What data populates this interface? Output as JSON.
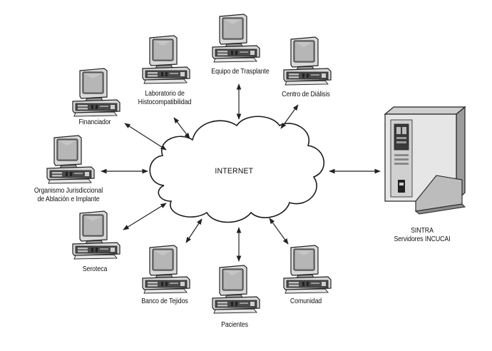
{
  "network": {
    "cloud_label": "INTERNET"
  },
  "nodes": {
    "equipo": "Equipo de Trasplante",
    "laboratorio_1": "Laboratorio de",
    "laboratorio_2": "Histocompatibilidad",
    "centro": "Centro de Diálisis",
    "financiador": "Financiador",
    "organismo_1": "Organismo Jurisdiccional",
    "organismo_2": "de Ablación e Implante",
    "seroteca": "Seroteca",
    "banco": "Banco de Tejidos",
    "pacientes": "Pacientes",
    "comunidad": "Comunidad"
  },
  "server": {
    "name": "SINTRA",
    "subtitle": "Servidores INCUCAI",
    "icon": "server-tower-icon"
  },
  "icons": {
    "workstation": "desktop-computer-icon",
    "connection": "double-arrow-icon"
  }
}
